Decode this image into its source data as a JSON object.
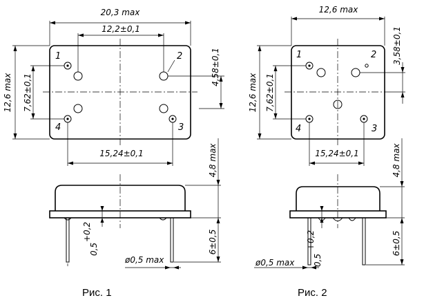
{
  "fig1": {
    "caption": "Рис. 1",
    "width_max": "20,3 max",
    "pitch_top": "12,2±0,1",
    "offset_right": "4,58±0,1",
    "height_max": "12,6 max",
    "pitch_vert": "7,62±0,1",
    "pitch_bottom": "15,24±0,1",
    "body_height": "4,8 max",
    "lead_len": "6±0,5",
    "lead_dia": "ø0,5 max",
    "standoff_base": "0,5",
    "standoff_tol": "+0,2",
    "pins": [
      "1",
      "2",
      "3",
      "4"
    ]
  },
  "fig2": {
    "caption": "Рис. 2",
    "width_max": "12,6 max",
    "offset_right": "3,58±0,1",
    "height_max": "12,6 max",
    "pitch_vert": "7,62±0,1",
    "pitch_bottom": "15,24±0,1",
    "body_height": "4,8 max",
    "lead_len": "6±0,5",
    "lead_dia": "ø0,5 max",
    "standoff_base": "0,5",
    "standoff_tol": "+0,2",
    "pins": [
      "1",
      "2",
      "3",
      "4"
    ]
  }
}
